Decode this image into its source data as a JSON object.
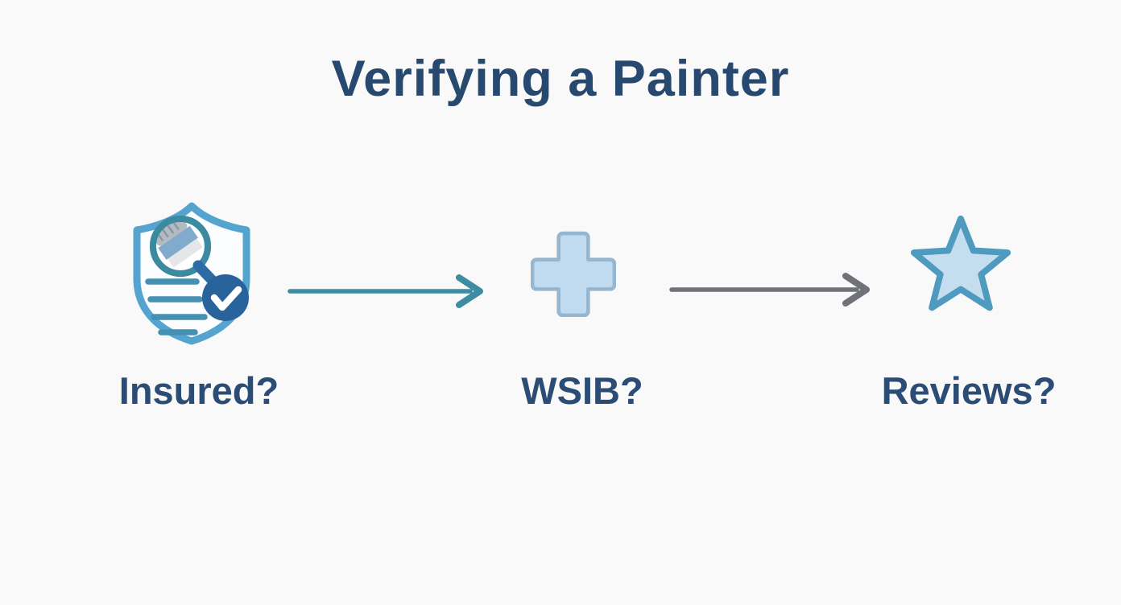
{
  "title": "Verifying a Painter",
  "steps": [
    {
      "label": "Insured?",
      "icon": "shield-paintbrush-check-icon"
    },
    {
      "label": "WSIB?",
      "icon": "medical-cross-icon"
    },
    {
      "label": "Reviews?",
      "icon": "star-icon"
    }
  ],
  "connectors": [
    {
      "from": "Insured?",
      "to": "WSIB?",
      "style": "teal-arrow"
    },
    {
      "from": "WSIB?",
      "to": "Reviews?",
      "style": "gray-arrow"
    }
  ],
  "colors": {
    "background": "#f8f9f8",
    "heading_text": "#27496f",
    "label_text": "#2a4c75",
    "shield_outline": "#54a4cf",
    "magnifier_ring": "#3c8aa0",
    "magnifier_handle": "#2c6ba3",
    "check_circle": "#28639b",
    "checkmark": "#ffffff",
    "document_lines": "#4690b3",
    "brush_bristles": "#82aacd",
    "brush_cap": "#b3bac1",
    "cross_fill": "#c0daf0",
    "cross_border": "#96b5cf",
    "star_fill": "#c5deef",
    "star_border": "#4f9abf",
    "arrow_teal": "#3e8ca2",
    "arrow_gray": "#6f7276"
  }
}
